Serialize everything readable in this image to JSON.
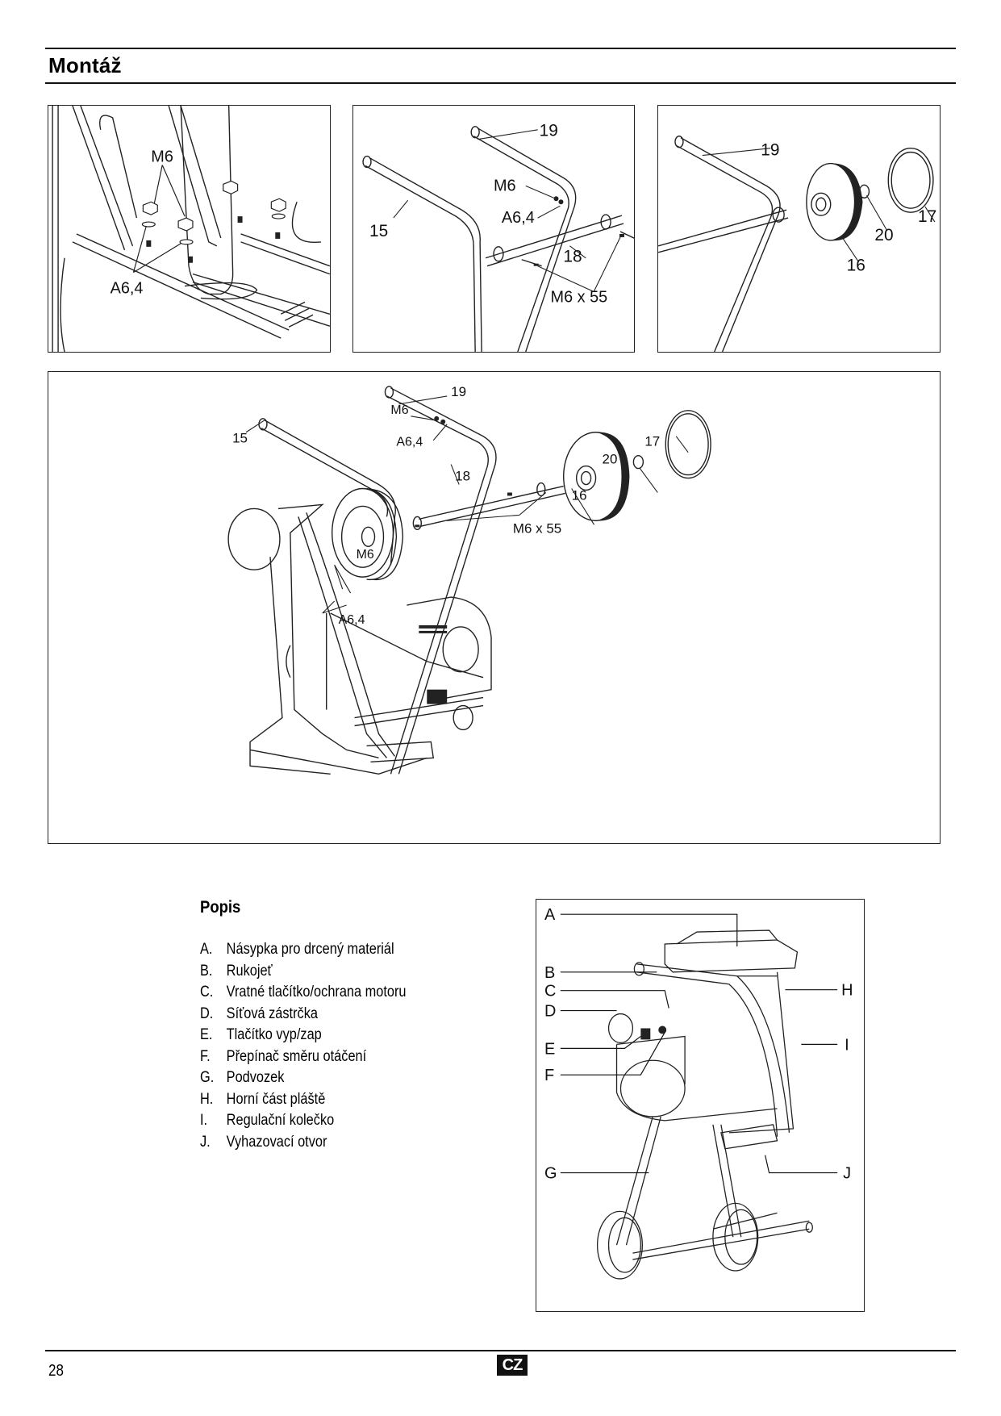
{
  "page": {
    "title": "Montáž",
    "page_number": "28",
    "language_badge": "CZ"
  },
  "figures": {
    "fig1": {
      "labels": {
        "m6": "M6",
        "a64": "A6,4"
      }
    },
    "fig2": {
      "labels": {
        "p19": "19",
        "p15": "15",
        "m6": "M6",
        "a64": "A6,4",
        "p18": "18",
        "m6x55": "M6 x 55"
      }
    },
    "fig3": {
      "labels": {
        "p19": "19",
        "p16": "16",
        "p20": "20",
        "p17": "17"
      }
    },
    "fig4": {
      "labels": {
        "p19": "19",
        "p15": "15",
        "m6_top": "M6",
        "a64_top": "A6,4",
        "p18": "18",
        "p16": "16",
        "p20": "20",
        "p17": "17",
        "m6x55": "M6 x 55",
        "m6_bottom": "M6",
        "a64_bottom": "A6,4"
      }
    },
    "fig5": {
      "callouts": [
        "A",
        "B",
        "C",
        "D",
        "E",
        "F",
        "G",
        "H",
        "I",
        "J"
      ]
    }
  },
  "description": {
    "title": "Popis",
    "items": [
      {
        "key": "A.",
        "text": "Násypka pro drcený materiál"
      },
      {
        "key": "B.",
        "text": "Rukojeť"
      },
      {
        "key": "C.",
        "text": "Vratné tlačítko/ochrana motoru"
      },
      {
        "key": "D.",
        "text": "Síťová zástrčka"
      },
      {
        "key": "E.",
        "text": "Tlačítko vyp/zap"
      },
      {
        "key": "F.",
        "text": "Přepínač směru otáčení"
      },
      {
        "key": "G.",
        "text": "Podvozek"
      },
      {
        "key": "H.",
        "text": "Horní část pláště"
      },
      {
        "key": "I.",
        "text": "Regulační kolečko"
      },
      {
        "key": "J.",
        "text": " Vyhazovací otvor"
      }
    ]
  }
}
